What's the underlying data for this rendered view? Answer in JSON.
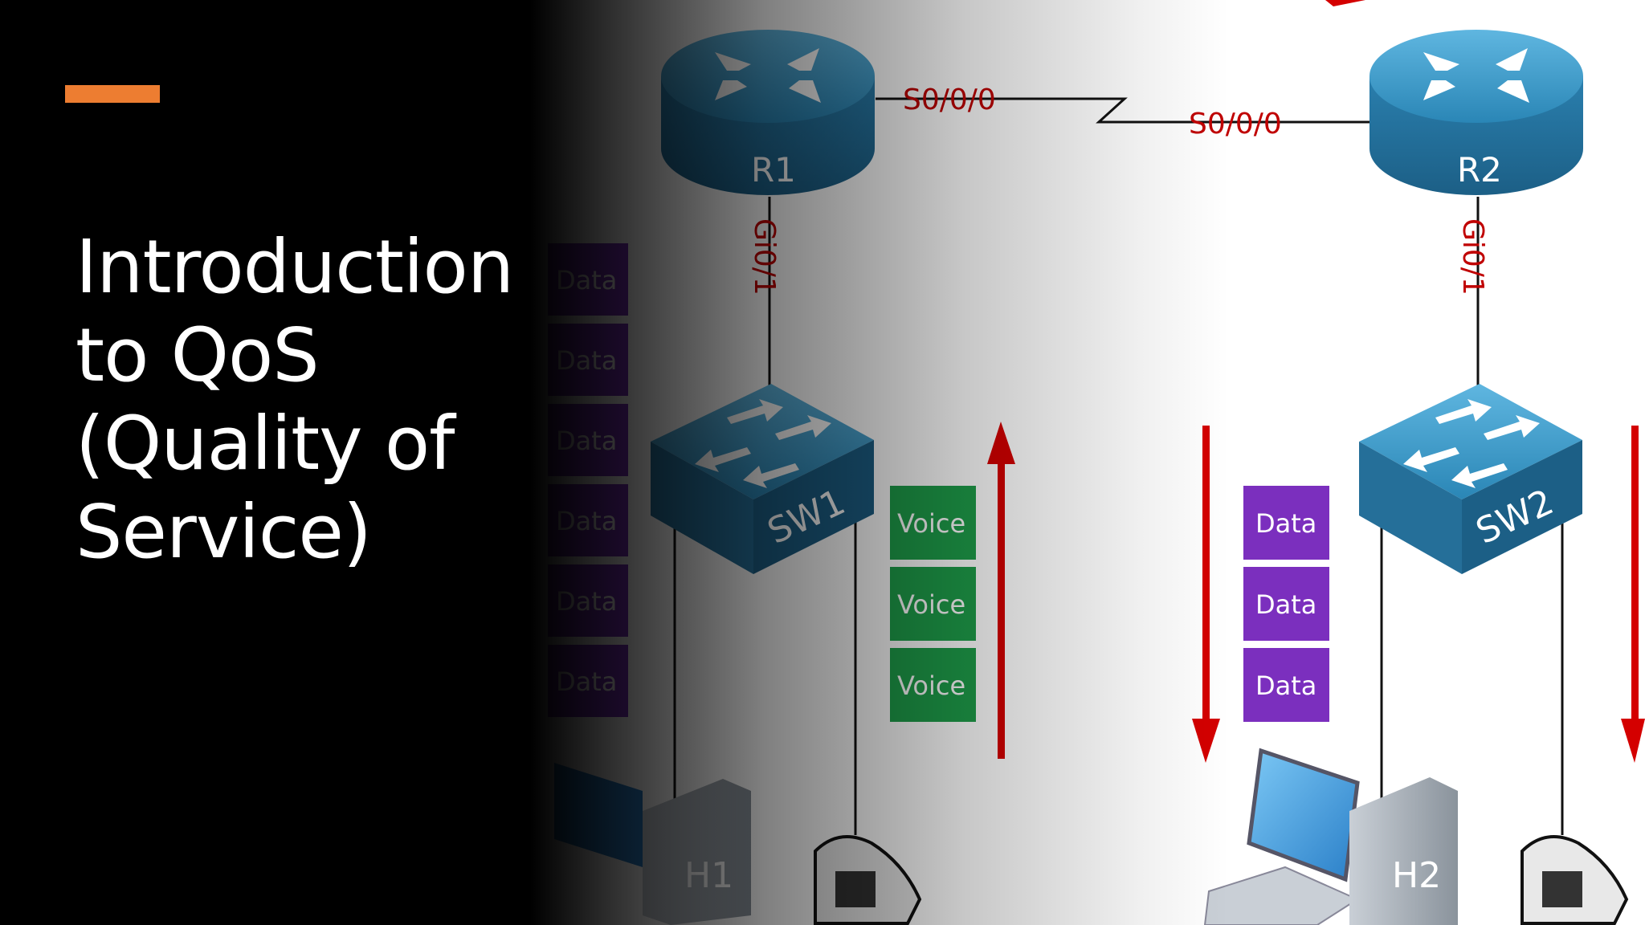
{
  "slide": {
    "title": "Introduction to QoS (Quality of Service)",
    "accent_color": "#ED7D31"
  },
  "diagram": {
    "routers": [
      {
        "label": "R1"
      },
      {
        "label": "R2"
      }
    ],
    "switches": [
      {
        "label": "SW1"
      },
      {
        "label": "SW2"
      }
    ],
    "hosts": [
      {
        "label": "H1"
      },
      {
        "label": "H2"
      }
    ],
    "link_labels": {
      "r1_serial": "S0/0/0",
      "r2_serial": "S0/0/0",
      "r1_gig": "Gi0/1",
      "r2_gig": "Gi0/1"
    },
    "packets": {
      "left_data": [
        "Data",
        "Data",
        "Data",
        "Data",
        "Data",
        "Data"
      ],
      "voice": [
        "Voice",
        "Voice",
        "Voice"
      ],
      "right_data": [
        "Data",
        "Data",
        "Data"
      ]
    },
    "colors": {
      "device_blue": "#2E8AB8",
      "voice_green": "#1E9E4A",
      "data_purple": "#7B2FBE",
      "arrow_red": "#D40000",
      "label_red": "#C00000"
    }
  }
}
